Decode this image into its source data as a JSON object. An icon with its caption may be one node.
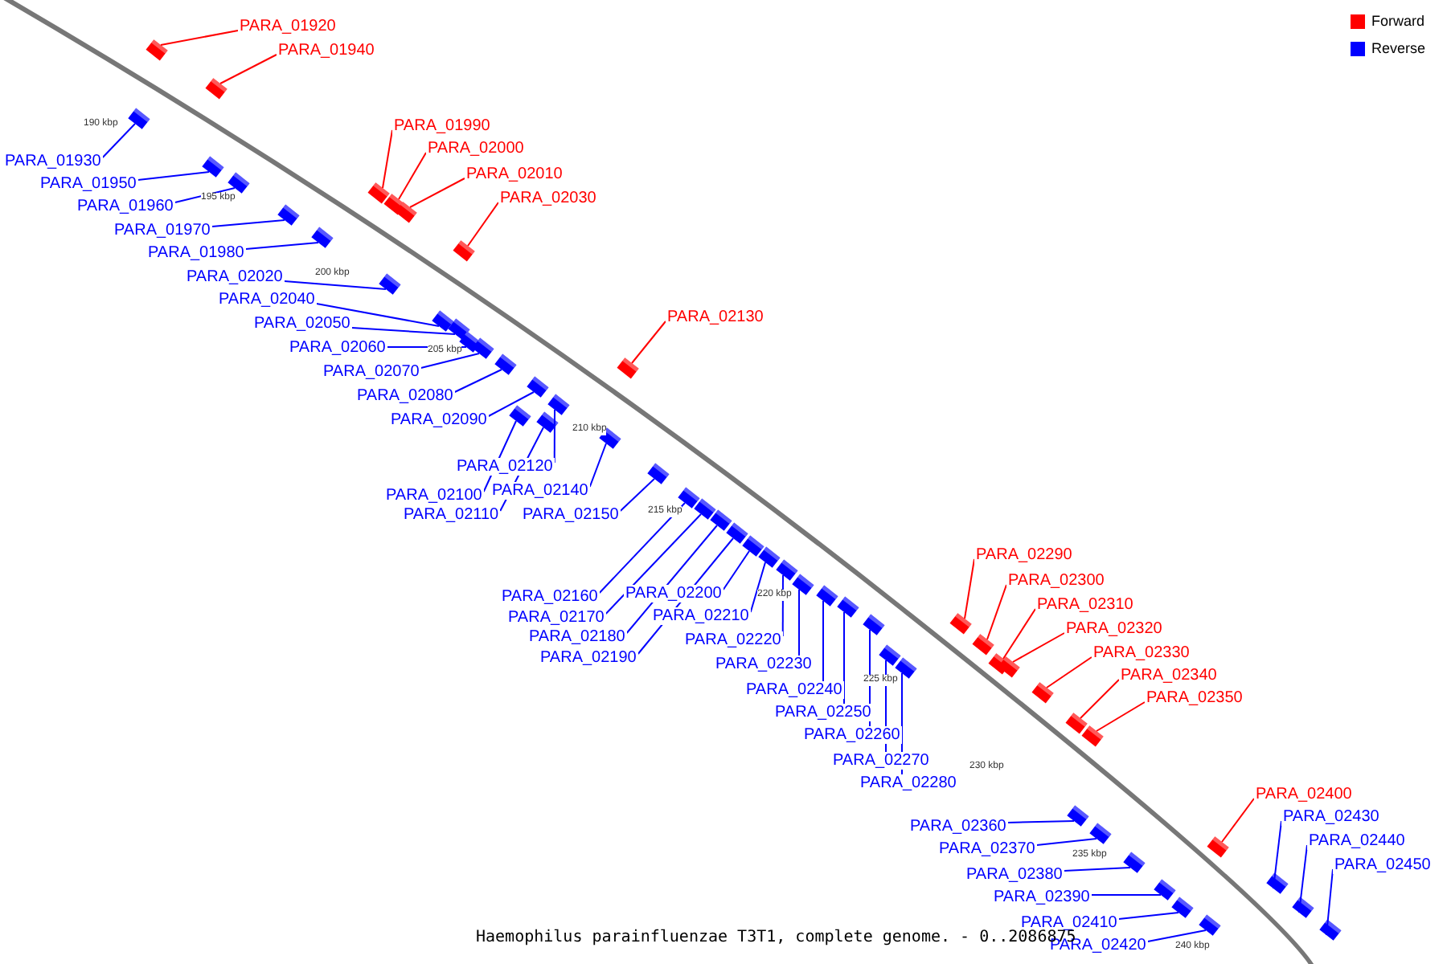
{
  "diagram": {
    "caption": "Haemophilus parainfluenzae T3T1, complete genome. - 0..2086875",
    "nodes": [
      {
        "text": [
          "PARA_01920"
        ]
      },
      {
        "text": [
          "PARA_01940"
        ]
      },
      {
        "text": [
          "PARA_01930"
        ]
      },
      {
        "text": [
          "PARA_01950"
        ]
      },
      {
        "text": [
          "PARA_01960"
        ]
      },
      {
        "text": [
          "PARA_01990"
        ]
      },
      {
        "text": [
          "PARA_02000"
        ]
      },
      {
        "text": [
          "PARA_01970"
        ]
      },
      {
        "text": [
          "PARA_02010"
        ]
      },
      {
        "text": [
          "PARA_01980"
        ]
      },
      {
        "text": [
          "PARA_02030"
        ]
      },
      {
        "text": [
          "PARA_02020"
        ]
      },
      {
        "text": [
          "PARA_02040"
        ]
      },
      {
        "text": [
          "PARA_02130"
        ]
      },
      {
        "text": [
          "PARA_02050"
        ]
      },
      {
        "text": [
          "PARA_02060"
        ]
      },
      {
        "text": [
          "PARA_02070"
        ]
      },
      {
        "text": [
          "PARA_02080"
        ]
      },
      {
        "text": [
          "PARA_02090"
        ]
      },
      {
        "text": [
          "PARA_02120"
        ]
      },
      {
        "text": [
          "PARA_02100"
        ]
      },
      {
        "text": [
          "PARA_02140"
        ]
      },
      {
        "text": [
          "PARA_02110"
        ]
      },
      {
        "text": [
          "PARA_02150"
        ]
      },
      {
        "text": [
          "PARA_02290"
        ]
      },
      {
        "text": [
          "PARA_02200"
        ]
      },
      {
        "text": [
          "PARA_02160"
        ]
      },
      {
        "text": [
          "PARA_02300"
        ]
      },
      {
        "text": [
          "PARA_02170"
        ]
      },
      {
        "text": [
          "PARA_02210"
        ]
      },
      {
        "text": [
          "PARA_02310"
        ]
      },
      {
        "text": [
          "PARA_02180"
        ]
      },
      {
        "text": [
          "PARA_02320"
        ]
      },
      {
        "text": [
          "PARA_02220"
        ]
      },
      {
        "text": [
          "PARA_02190"
        ]
      },
      {
        "text": [
          "PARA_02330"
        ]
      },
      {
        "text": [
          "PARA_02230"
        ]
      },
      {
        "text": [
          "PARA_02340"
        ]
      },
      {
        "text": [
          "PARA_02240"
        ]
      },
      {
        "text": [
          "PARA_02350"
        ]
      },
      {
        "text": [
          "PARA_02250"
        ]
      },
      {
        "text": [
          "PARA_02260"
        ]
      },
      {
        "text": [
          "PARA_02270"
        ]
      },
      {
        "text": [
          "PARA_02280"
        ]
      },
      {
        "text": [
          "PARA_02400"
        ]
      },
      {
        "text": [
          "PARA_02430"
        ]
      },
      {
        "text": [
          "PARA_02360"
        ]
      },
      {
        "text": [
          "PARA_02440"
        ]
      },
      {
        "text": [
          "PARA_02370"
        ]
      },
      {
        "text": [
          "PARA_02450"
        ]
      },
      {
        "text": [
          "PARA_02380"
        ]
      },
      {
        "text": [
          "PARA_02390"
        ]
      },
      {
        "text": [
          "PARA_02410"
        ]
      },
      {
        "text": [
          "PARA_02420"
        ]
      },
      {
        "text": [],
        "shape": "bar"
      },
      {
        "text": [],
        "shape": "bar"
      },
      {
        "text": [],
        "shape": "bar"
      },
      {
        "text": [],
        "shape": "bar"
      },
      {
        "text": [],
        "shape": "bar"
      },
      {
        "text": [],
        "shape": "bar"
      },
      {
        "text": [],
        "shape": "bar"
      },
      {
        "text": [],
        "shape": "bar"
      },
      {
        "text": [],
        "shape": "bar"
      },
      {
        "text": [],
        "shape": "bar"
      },
      {
        "text": [],
        "shape": "bar"
      },
      {
        "text": [],
        "shape": "bar"
      },
      {
        "text": [],
        "shape": "bar"
      },
      {
        "text": [],
        "shape": "bar"
      },
      {
        "text": [],
        "shape": "bar"
      },
      {
        "text": [],
        "shape": "bar"
      },
      {
        "text": [],
        "shape": "bar"
      },
      {
        "text": [],
        "shape": "bar"
      },
      {
        "text": [],
        "shape": "bar"
      },
      {
        "text": [],
        "shape": "bar"
      },
      {
        "text": [],
        "shape": "bar"
      },
      {
        "text": [],
        "shape": "bar"
      },
      {
        "text": [],
        "shape": "bar"
      },
      {
        "text": [],
        "shape": "bar"
      },
      {
        "text": [],
        "shape": "bar"
      },
      {
        "text": [],
        "shape": "bar"
      },
      {
        "text": [],
        "shape": "bar"
      },
      {
        "text": [],
        "shape": "bar"
      },
      {
        "text": [],
        "shape": "bar"
      },
      {
        "text": [],
        "shape": "bar"
      },
      {
        "text": [],
        "shape": "bar"
      },
      {
        "text": [],
        "shape": "bar"
      },
      {
        "text": [],
        "shape": "bar"
      },
      {
        "text": [],
        "shape": "bar"
      },
      {
        "text": [],
        "shape": "bar"
      },
      {
        "text": [],
        "shape": "bar"
      },
      {
        "text": [],
        "shape": "bar"
      },
      {
        "text": [],
        "shape": "bar"
      },
      {
        "text": [],
        "shape": "bar"
      },
      {
        "text": [],
        "shape": "bar"
      },
      {
        "text": [],
        "shape": "bar"
      },
      {
        "text": [],
        "shape": "bar"
      },
      {
        "text": [],
        "shape": "bar"
      },
      {
        "text": [],
        "shape": "bar"
      },
      {
        "text": [],
        "shape": "bar"
      },
      {
        "text": [],
        "shape": "bar"
      },
      {
        "text": [],
        "shape": "bar"
      },
      {
        "text": [],
        "shape": "bar"
      },
      {
        "text": [],
        "shape": "bar"
      },
      {
        "text": [],
        "shape": "bar"
      },
      {
        "text": [],
        "shape": "bar"
      },
      {
        "text": [],
        "shape": "bar"
      },
      {
        "text": [],
        "shape": "bar"
      },
      {
        "text": [],
        "shape": "bar"
      }
    ],
    "edges": [
      {
        "from": 0,
        "to": 54,
        "arrow": "none",
        "color": "#ff0000"
      },
      {
        "from": 1,
        "to": 55,
        "arrow": "none",
        "color": "#ff0000"
      },
      {
        "from": 2,
        "to": 56,
        "arrow": "none"
      },
      {
        "from": 3,
        "to": 57,
        "arrow": "none"
      },
      {
        "from": 4,
        "to": 58,
        "arrow": "none"
      },
      {
        "from": 5,
        "to": 59,
        "arrow": "none",
        "color": "#ff0000"
      },
      {
        "from": 6,
        "to": 60,
        "arrow": "none",
        "color": "#ff0000"
      },
      {
        "from": 7,
        "to": 61,
        "arrow": "none"
      },
      {
        "from": 8,
        "to": 62,
        "arrow": "none",
        "color": "#ff0000"
      },
      {
        "from": 9,
        "to": 63,
        "arrow": "none"
      },
      {
        "from": 10,
        "to": 64,
        "arrow": "none",
        "color": "#ff0000"
      },
      {
        "from": 11,
        "to": 65,
        "arrow": "none"
      },
      {
        "from": 12,
        "to": 66,
        "arrow": "none"
      },
      {
        "from": 13,
        "to": 67,
        "arrow": "none",
        "color": "#ff0000"
      },
      {
        "from": 14,
        "to": 68,
        "arrow": "none"
      },
      {
        "from": 15,
        "to": 69,
        "arrow": "none"
      },
      {
        "from": 16,
        "to": 70,
        "arrow": "none"
      },
      {
        "from": 17,
        "to": 71,
        "arrow": "none"
      },
      {
        "from": 18,
        "to": 72,
        "arrow": "none"
      },
      {
        "from": 19,
        "to": 73,
        "arrow": "none"
      },
      {
        "from": 20,
        "to": 74,
        "arrow": "none"
      },
      {
        "from": 21,
        "to": 75,
        "arrow": "none"
      },
      {
        "from": 22,
        "to": 76,
        "arrow": "none"
      },
      {
        "from": 23,
        "to": 77,
        "arrow": "none"
      },
      {
        "from": 24,
        "to": 78,
        "arrow": "none",
        "color": "#ff0000"
      },
      {
        "from": 25,
        "to": 79,
        "arrow": "none"
      },
      {
        "from": 26,
        "to": 80,
        "arrow": "none"
      },
      {
        "from": 27,
        "to": 81,
        "arrow": "none",
        "color": "#ff0000"
      },
      {
        "from": 28,
        "to": 82,
        "arrow": "none"
      },
      {
        "from": 29,
        "to": 83,
        "arrow": "none"
      },
      {
        "from": 30,
        "to": 84,
        "arrow": "none",
        "color": "#ff0000"
      },
      {
        "from": 31,
        "to": 85,
        "arrow": "none"
      },
      {
        "from": 32,
        "to": 86,
        "arrow": "none",
        "color": "#ff0000"
      },
      {
        "from": 33,
        "to": 87,
        "arrow": "none"
      },
      {
        "from": 34,
        "to": 88,
        "arrow": "none"
      },
      {
        "from": 35,
        "to": 89,
        "arrow": "none",
        "color": "#ff0000"
      },
      {
        "from": 36,
        "to": 90,
        "arrow": "none"
      },
      {
        "from": 37,
        "to": 91,
        "arrow": "none",
        "color": "#ff0000"
      },
      {
        "from": 38,
        "to": 92,
        "arrow": "none"
      },
      {
        "from": 39,
        "to": 93,
        "arrow": "none",
        "color": "#ff0000"
      },
      {
        "from": 40,
        "to": 94,
        "arrow": "none"
      },
      {
        "from": 41,
        "to": 95,
        "arrow": "none"
      },
      {
        "from": 42,
        "to": 96,
        "arrow": "none"
      },
      {
        "from": 43,
        "to": 97,
        "arrow": "none"
      },
      {
        "from": 44,
        "to": 98,
        "arrow": "none",
        "color": "#ff0000"
      },
      {
        "from": 45,
        "to": 99,
        "arrow": "none"
      },
      {
        "from": 46,
        "to": 100,
        "arrow": "none"
      },
      {
        "from": 47,
        "to": 101,
        "arrow": "none"
      },
      {
        "from": 48,
        "to": 102,
        "arrow": "none"
      },
      {
        "from": 49,
        "to": 103,
        "arrow": "none"
      },
      {
        "from": 50,
        "to": 104,
        "arrow": "none"
      },
      {
        "from": 51,
        "to": 105,
        "arrow": "none"
      },
      {
        "from": 52,
        "to": 106,
        "arrow": "none"
      },
      {
        "from": 53,
        "to": 107,
        "arrow": "none"
      }
    ],
    "labels": [
      "190 kbp",
      "195 kbp",
      "200 kbp",
      "205 kbp",
      "210 kbp",
      "215 kbp",
      "220 kbp",
      "225 kbp",
      "230 kbp",
      "235 kbp",
      "240 kbp"
    ],
    "legend": [
      {
        "text": "Forward",
        "color": "#ff0000"
      },
      {
        "text": "Reverse",
        "color": "#0000ff"
      }
    ]
  }
}
